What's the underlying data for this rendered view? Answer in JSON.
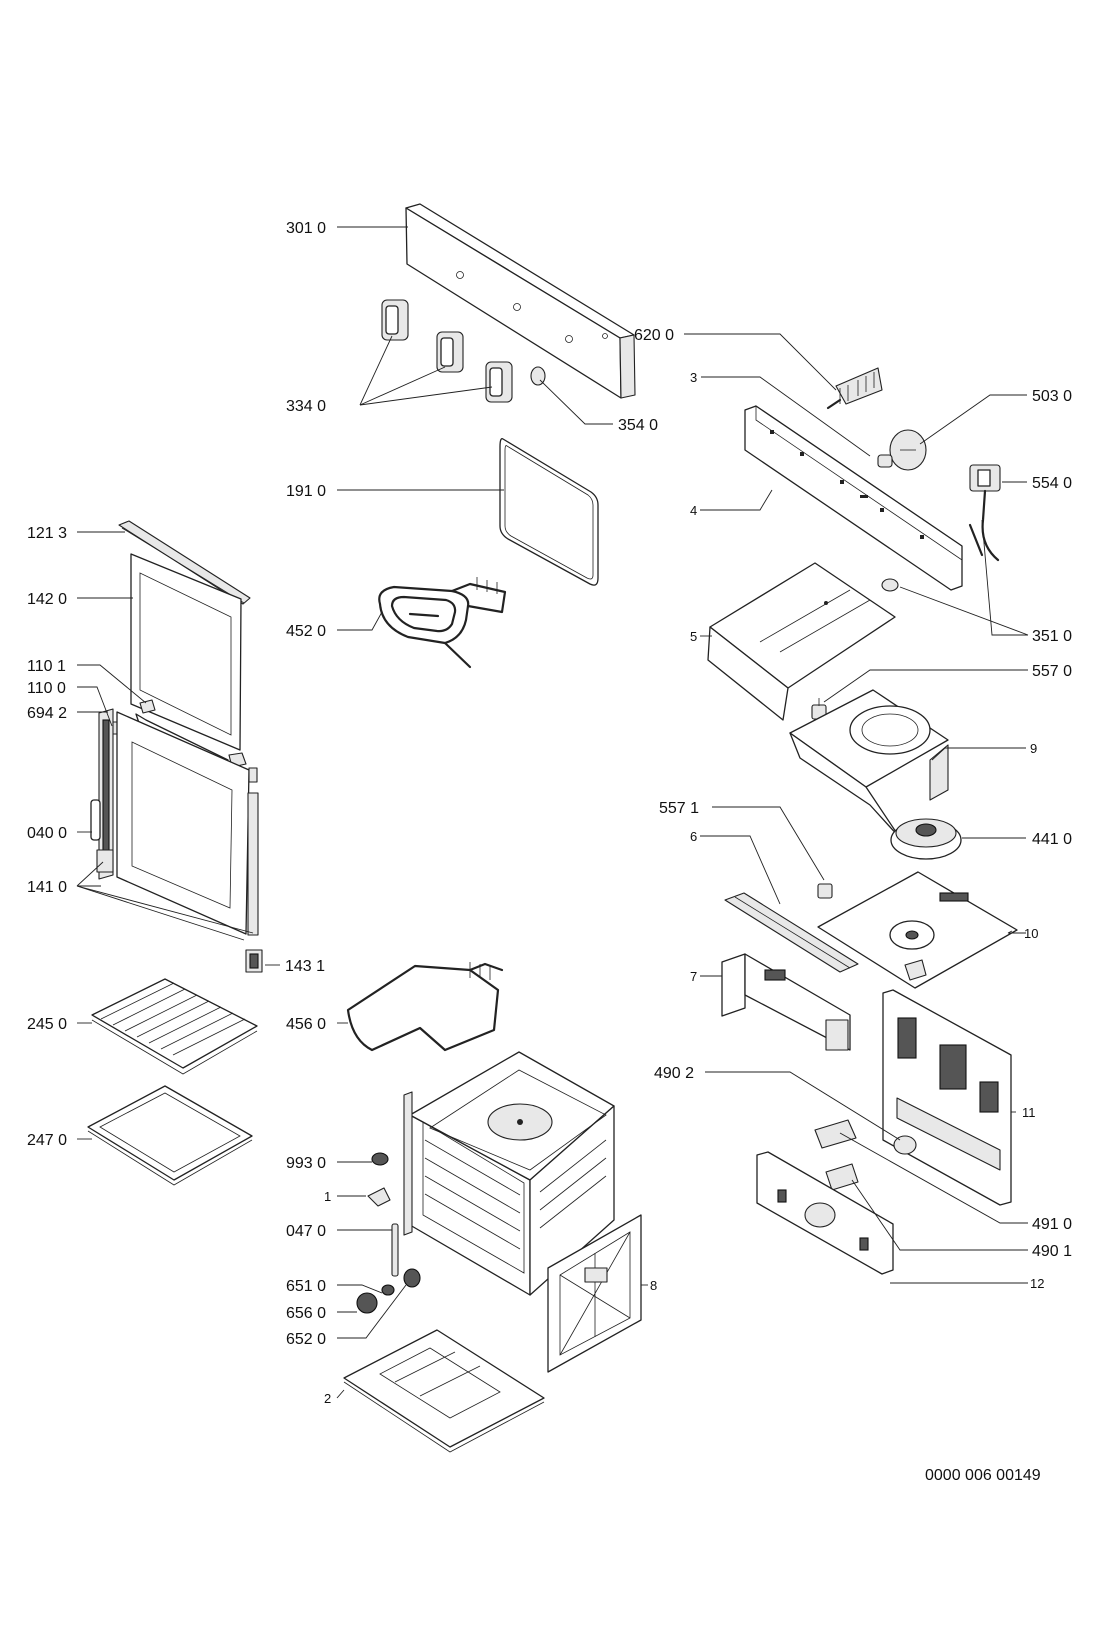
{
  "diagram": {
    "document_code": "0000 006 00149",
    "labels": {
      "l3010": "301 0",
      "l3340": "334 0",
      "l3540": "354 0",
      "l1910": "191 0",
      "l1213": "121 3",
      "l1420": "142 0",
      "l4520": "452 0",
      "l1101": "110 1",
      "l1100": "110 0",
      "l6942": "694 2",
      "l0400": "040 0",
      "l1410": "141 0",
      "l1431": "143 1",
      "l2450": "245 0",
      "l4560": "456 0",
      "l2470": "247 0",
      "l9930": "993 0",
      "l1": "1",
      "l0470": "047 0",
      "l6510": "651 0",
      "l6560": "656 0",
      "l6520": "652 0",
      "l2": "2",
      "l8": "8",
      "l6200": "620 0",
      "l3": "3",
      "l5030": "503 0",
      "l5540": "554 0",
      "l4": "4",
      "l3510": "351 0",
      "l5": "5",
      "l5570": "557 0",
      "l9": "9",
      "l5571": "557 1",
      "l4410": "441 0",
      "l6": "6",
      "l10": "10",
      "l7": "7",
      "l11": "11",
      "l4902": "490 2",
      "l4910": "491 0",
      "l4901": "490 1",
      "l12": "12"
    }
  }
}
